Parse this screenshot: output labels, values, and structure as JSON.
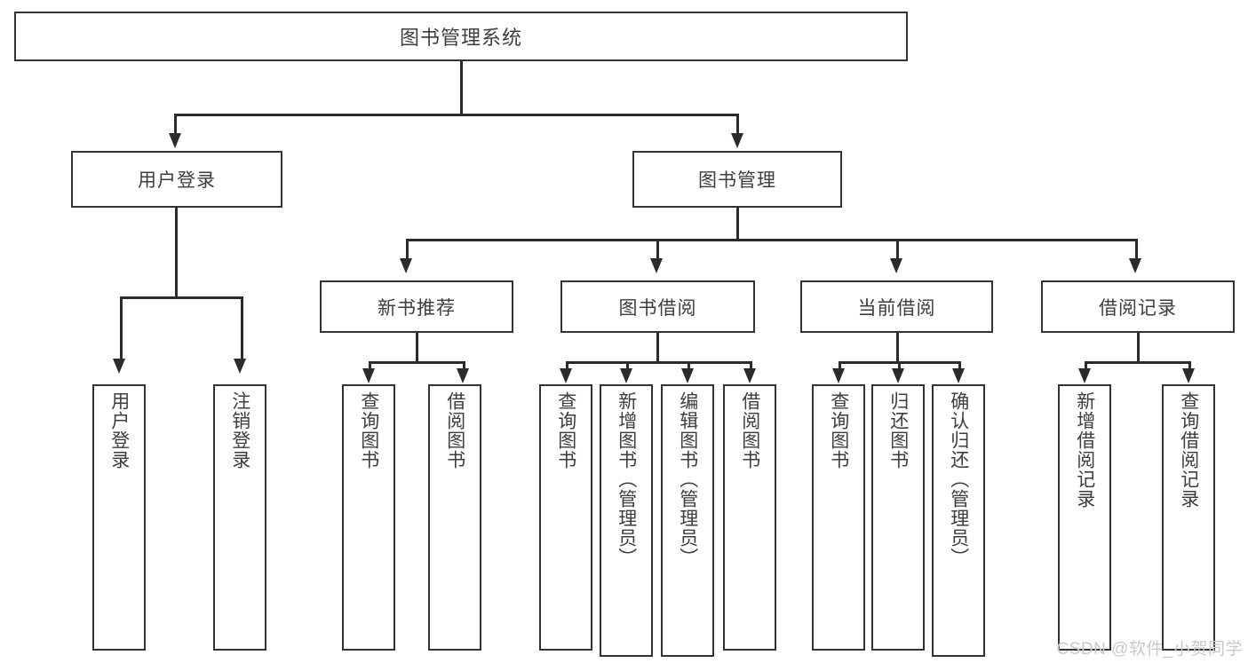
{
  "diagram": {
    "title": "图书管理系统",
    "watermark": "CSDN @软件_小贺同学",
    "levels": {
      "root": "图书管理系统",
      "level1": [
        "用户登录",
        "图书管理"
      ],
      "level2": [
        "新书推荐",
        "图书借阅",
        "当前借阅",
        "借阅记录"
      ]
    },
    "nodes": {
      "root": {
        "label": "图书管理系统"
      },
      "user_login": {
        "label": "用户登录"
      },
      "book_manage": {
        "label": "图书管理"
      },
      "new_book_rec": {
        "label": "新书推荐"
      },
      "book_borrow": {
        "label": "图书借阅"
      },
      "current_borrow": {
        "label": "当前借阅"
      },
      "borrow_record": {
        "label": "借阅记录"
      },
      "leaf_user_login": {
        "label": "用户登录"
      },
      "leaf_logout": {
        "label": "注销登录"
      },
      "leaf_query_book_1": {
        "label": "查询图书"
      },
      "leaf_borrow_book_1": {
        "label": "借阅图书"
      },
      "leaf_query_book_2": {
        "label": "查询图书"
      },
      "leaf_add_book": {
        "label": "新增图书（管理员）"
      },
      "leaf_edit_book": {
        "label": "编辑图书（管理员）"
      },
      "leaf_borrow_book_2": {
        "label": "借阅图书"
      },
      "leaf_query_book_3": {
        "label": "查询图书"
      },
      "leaf_return_book": {
        "label": "归还图书"
      },
      "leaf_confirm_return": {
        "label": "确认归还（管理员）"
      },
      "leaf_add_record": {
        "label": "新增借阅记录"
      },
      "leaf_query_record": {
        "label": "查询借阅记录"
      }
    },
    "colors": {
      "border": "#333333",
      "line": "#2b2b2b",
      "text": "#3d3d3d",
      "background": "#ffffff",
      "watermark": "#c9c9c9"
    }
  }
}
